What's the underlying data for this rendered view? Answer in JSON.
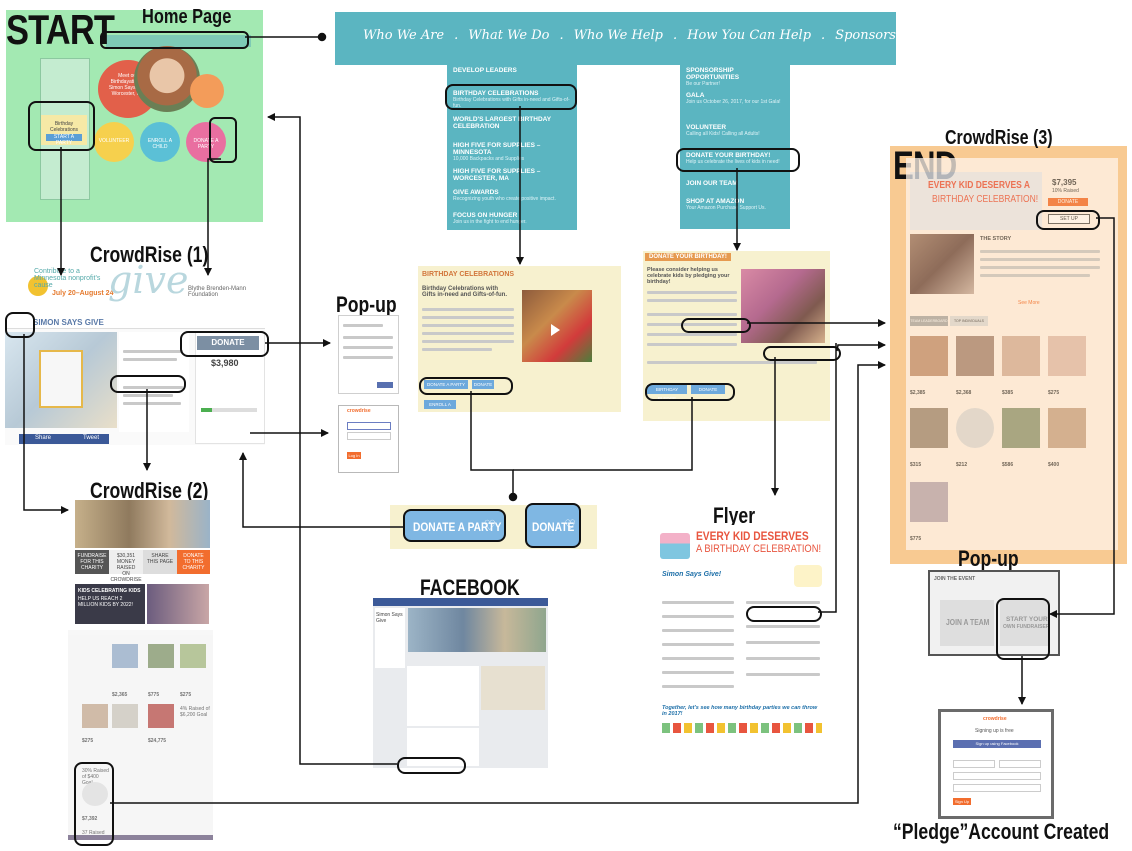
{
  "labels": {
    "start": "START",
    "home_page": "Home Page",
    "end": "END",
    "crowdrise_1": "CrowdRise (1)",
    "crowdrise_2": "CrowdRise (2)",
    "crowdrise_3": "CrowdRise (3)",
    "popup_1": "Pop-up",
    "popup_2": "Pop-up",
    "facebook": "FACEBOOK",
    "flyer": "Flyer",
    "pledge": "“Pledge”Account Created"
  },
  "nav": {
    "items": [
      "Who We Are",
      "What We Do",
      "Who We Help",
      "How You Can Help",
      "Sponsors"
    ],
    "separator": "."
  },
  "what_we_do_menu": [
    {
      "title": "DEVELOP LEADERS",
      "sub": ""
    },
    {
      "title": "BIRTHDAY CELEBRATIONS",
      "sub": "Birthday Celebrations with Gifts in-need and Gifts-of-fun."
    },
    {
      "title": "WORLD'S LARGEST BIRTHDAY CELEBRATION",
      "sub": ""
    },
    {
      "title": "HIGH FIVE FOR SUPPLIES – MINNESOTA",
      "sub": "10,000 Backpacks and Supplies"
    },
    {
      "title": "HIGH FIVE FOR SUPPLIES – WORCESTER, MA",
      "sub": ""
    },
    {
      "title": "GIVE AWARDS",
      "sub": "Recognizing youth who create positive impact."
    },
    {
      "title": "FOCUS ON HUNGER",
      "sub": "Join us in the fight to end hunger."
    }
  ],
  "how_you_can_help_menu": [
    {
      "title": "SPONSORSHIP OPPORTUNITIES",
      "sub": "Be our Partner!"
    },
    {
      "title": "GALA",
      "sub": "Join us October 26, 2017, for our 1st Gala!"
    },
    {
      "title": "VOLUNTEER",
      "sub": "Calling all Kids! Calling all Adults!"
    },
    {
      "title": "DONATE YOUR BIRTHDAY!",
      "sub": "Help us celebrate the lives of kids in need!"
    },
    {
      "title": "JOIN OUR TEAM",
      "sub": ""
    },
    {
      "title": "SHOP AT AMAZON",
      "sub": "Your Amazon Purchase Support Us."
    }
  ],
  "home": {
    "greeting_lines": [
      "Meet our",
      "Birthdayation of",
      "Simon Says Give",
      "Worcester, MA"
    ],
    "circles": [
      "VOLUNTEER",
      "ENROLL A CHILD",
      "DONATE A PARTY"
    ],
    "birthday_panel": "Birthday Celebrations",
    "start_button": "START A PARTY"
  },
  "crowdrise1": {
    "contribute": "Contribute to a Minnesota nonprofit's cause",
    "dates": "July 20–August 24",
    "give_logo": "give",
    "foundation": "Blythe Brenden-Mann Foundation",
    "org": "SIMON SAYS GIVE",
    "donate": "DONATE",
    "amount": "$3,980",
    "share": "Share",
    "tweet": "Tweet"
  },
  "crowdrise2": {
    "stats": [
      {
        "top": "FUNDRAISE",
        "mid": "FOR THIS",
        "bot": "CHARITY"
      },
      {
        "top": "$30,351",
        "mid": "MONEY RAISED",
        "bot": "ON CROWDRISE"
      },
      {
        "top": "SHARE",
        "mid": "THIS PAGE",
        "bot": ""
      },
      {
        "top": "DONATE",
        "mid": "TO THIS",
        "bot": "CHARITY"
      }
    ],
    "kids_title": "KIDS CELEBRATING KIDS",
    "kids_sub": "HELP US REACH 2 MILLION KIDS BY 2022!",
    "amounts": [
      "$2,365",
      "$775",
      "$275",
      "$275",
      "$24,775",
      "$7,392"
    ],
    "raised_a": "4% Raised of $6,200 Goal",
    "raised_b": "30% Raised of $400 Goal",
    "raised_c": "37 Raised"
  },
  "popup_login": {
    "brand": "crowdrise",
    "action": "Log In"
  },
  "birthday_page": {
    "title": "BIRTHDAY CELEBRATIONS",
    "lead": "Birthday Celebrations with Gifts in-need and Gifts-of-fun.",
    "buttons": [
      "DONATE A PARTY",
      "DONATE",
      "ENROLL A CHILD"
    ]
  },
  "donate_bday_page": {
    "title": "DONATE YOUR BIRTHDAY!",
    "lead": "Please consider helping us celebrate kids by pledging your birthday!",
    "buttons": [
      "BIRTHDAY PLEDGE",
      "DONATE"
    ]
  },
  "big_buttons": {
    "donate_party": "DONATE A PARTY",
    "donate": "DONATE"
  },
  "flyer": {
    "headline1": "EVERY KID DESERVES",
    "headline2": "A BIRTHDAY CELEBRATION!",
    "sub": "Simon Says Give!",
    "footer": "Together, let's see how many birthday parties we can throw in 2017!"
  },
  "crowdrise3": {
    "headline1": "EVERY KID DESERVES A",
    "headline2": "BIRTHDAY CELEBRATION!",
    "amount": "$7,395",
    "raised": "10% Raised",
    "donate": "DONATE",
    "setup": "SET UP",
    "story": "THE STORY",
    "see_more": "See More",
    "tabs": [
      "TEAM LEADERBOARD",
      "TOP INDIVIDUALS"
    ],
    "card_amounts": [
      "$2,385",
      "$2,368",
      "$385",
      "$275",
      "$315",
      "$212",
      "$586",
      "$400",
      "$775"
    ]
  },
  "popup_join": {
    "title": "JOIN THE EVENT",
    "team": "JOIN A TEAM",
    "start1": "START YOUR",
    "start2": "OWN FUNDRAISER"
  },
  "pledge_page": {
    "brand": "crowdrise",
    "heading": "Signing up is free",
    "fb": "Sign up using Facebook",
    "submit": "Sign Up"
  },
  "facebook": {
    "page_name": "Simon Says Give"
  },
  "colors": {
    "home_green": "#9de8ac",
    "nav_teal": "#5bb5c1",
    "end_orange": "#f8ca92",
    "cream": "#f7f1cf",
    "crowdrise_orange": "#f26d2e",
    "button_blue": "#7fb7e3"
  }
}
